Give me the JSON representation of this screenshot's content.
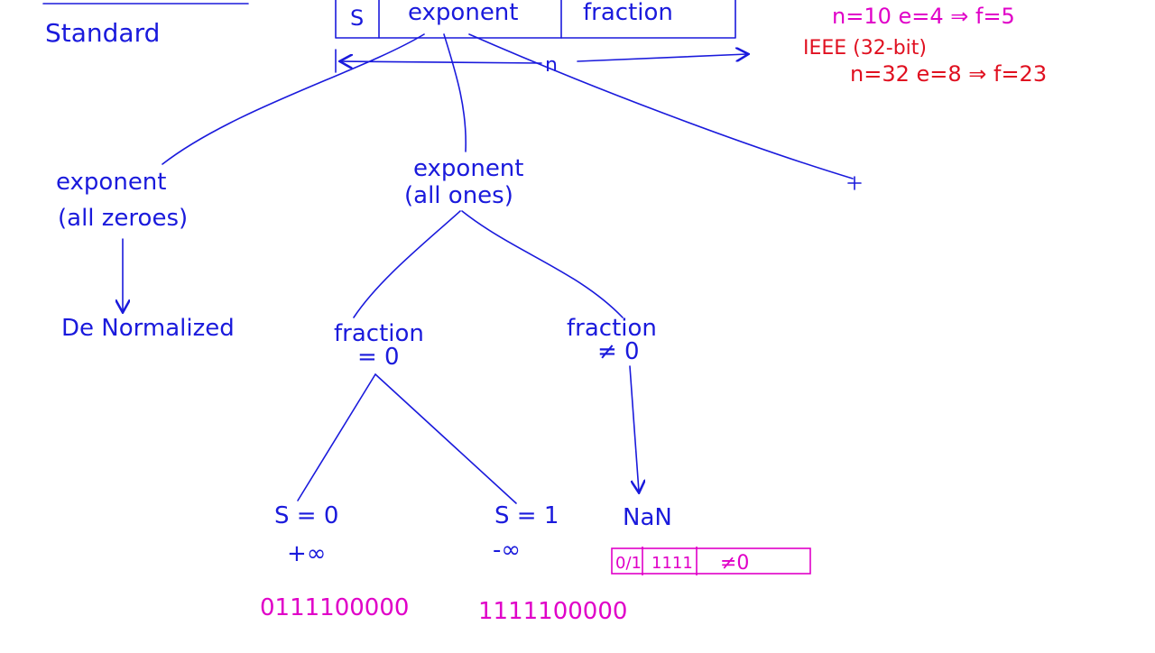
{
  "heading": {
    "label": "Standard"
  },
  "format_box": {
    "sign": "S",
    "exponent": "exponent",
    "fraction": "fraction",
    "width_label": "n"
  },
  "notes": {
    "example_line": "n=10  e=4 ⇒ f=5",
    "ieee_line": "IEEE (32-bit)",
    "ieee_values": "n=32  e=8 ⇒ f=23"
  },
  "nodes": {
    "exp_zeros": {
      "line1": "exponent",
      "line2": "(all zeroes)"
    },
    "denormalized": "De Normalized",
    "exp_ones": {
      "line1": "exponent",
      "line2": "(all ones)"
    },
    "fraction_zero": {
      "line1": "fraction",
      "line2": "= 0"
    },
    "fraction_nonzero": {
      "line1": "fraction",
      "line2": "≠ 0"
    },
    "sign_zero": "S = 0",
    "plus_inf": "+∞",
    "sign_one": "S = 1",
    "minus_inf": "-∞",
    "nan": "NaN"
  },
  "nan_box": {
    "sign": "0/1",
    "exponent": "1111",
    "fraction": "≠0"
  },
  "bit_patterns": {
    "plus_inf_bits": "0111100000",
    "minus_inf_bits": "1111100000"
  },
  "colors": {
    "ink_blue": "#1a1adc",
    "ink_red": "#e01020",
    "ink_magenta": "#e000c8",
    "background": "#ffffff"
  }
}
